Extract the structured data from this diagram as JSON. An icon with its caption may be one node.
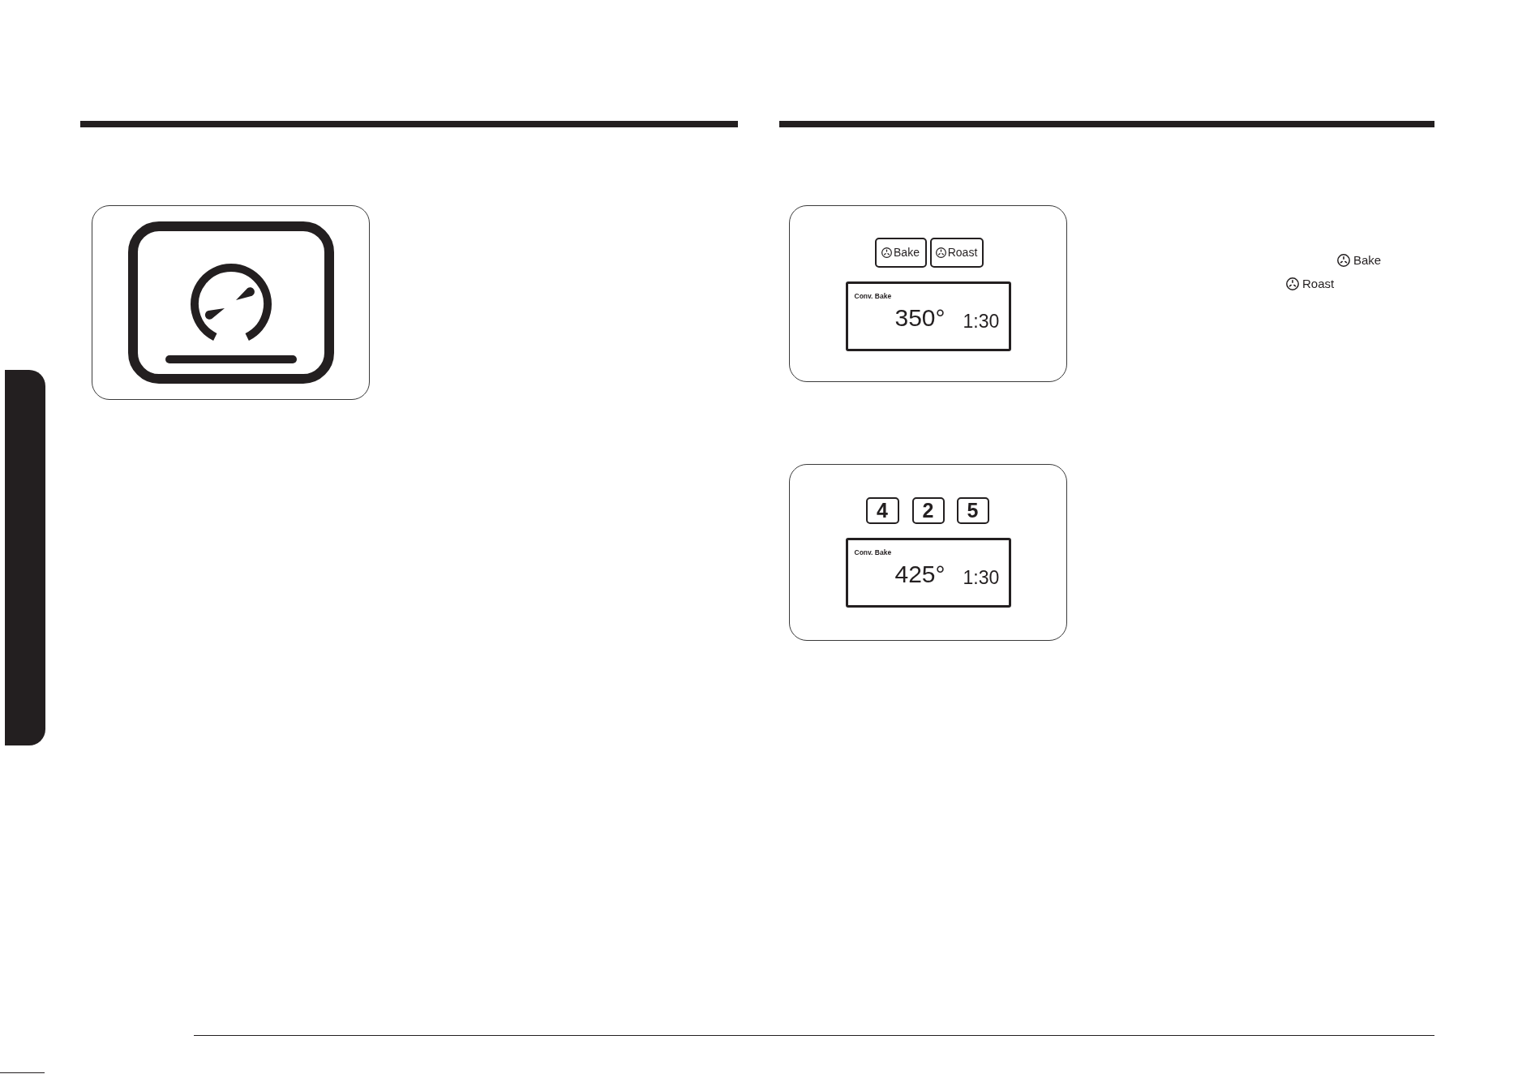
{
  "diagram": {
    "nodes": [
      {
        "text": [],
        "shape": "box"
      },
      {
        "text": [],
        "shape": "box"
      },
      {
        "text": [
          "Bake"
        ],
        "in": 1
      },
      {
        "text": [
          "Roast"
        ],
        "in": 1
      },
      {
        "text": [
          "Conv. Bake",
          "350°",
          "1:30"
        ],
        "in": 1
      },
      {
        "text": [],
        "shape": "box"
      },
      {
        "text": [
          "4"
        ],
        "in": 5
      },
      {
        "text": [
          "2"
        ],
        "in": 5
      },
      {
        "text": [
          "5"
        ],
        "in": 5
      },
      {
        "text": [
          "Conv. Bake",
          "425°",
          "1:30"
        ],
        "in": 5
      },
      {
        "text": [],
        "shape": "bar"
      }
    ],
    "labels": [
      "Bake",
      "Roast"
    ]
  }
}
